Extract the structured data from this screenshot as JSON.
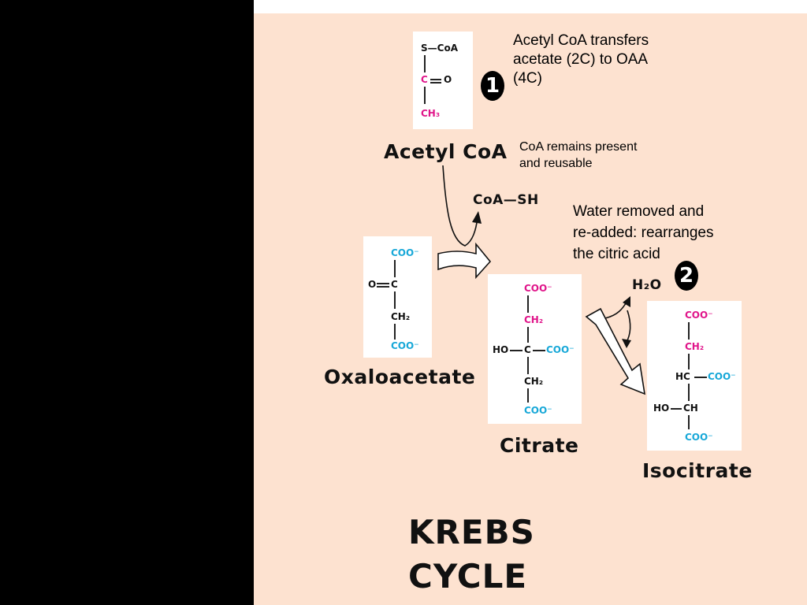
{
  "notes": {
    "step1": [
      "Acetyl CoA transfers",
      "acetate (2C) to OAA",
      "(4C)"
    ],
    "coa": [
      "CoA remains present",
      "and reusable"
    ],
    "step2": [
      "Water removed and",
      "re-added: rearranges",
      "the citric acid"
    ]
  },
  "badges": {
    "one": "1",
    "two": "2"
  },
  "labels": {
    "acetyl_coa": "Acetyl CoA",
    "oxaloacetate": "Oxaloacetate",
    "citrate": "Citrate",
    "isocitrate": "Isocitrate",
    "coa_sh": "CoA—SH",
    "h2o": "H₂O"
  },
  "molecules": {
    "acetyl_coa": {
      "s_coa": "S—CoA",
      "c": "C",
      "o": "O",
      "ch3": "CH₃"
    },
    "oxaloacetate": {
      "coo_top": "COO⁻",
      "o": "O",
      "c": "C",
      "ch2": "CH₂",
      "coo_bottom": "COO⁻"
    },
    "citrate": {
      "coo_top": "COO⁻",
      "ch2_top": "CH₂",
      "ho": "HO",
      "c": "C",
      "coo_mid": "COO⁻",
      "ch2_bottom": "CH₂",
      "coo_bottom": "COO⁻"
    },
    "isocitrate": {
      "coo_top": "COO⁻",
      "ch2": "CH₂",
      "hc": "HC",
      "coo_mid": "COO⁻",
      "ho": "HO",
      "ch": "CH",
      "coo_bottom": "COO⁻"
    }
  },
  "title": [
    "KREBS",
    "CYCLE"
  ],
  "colors": {
    "background": "#fde2d0",
    "magenta": "#e0158a",
    "cyan": "#18a8d8"
  }
}
